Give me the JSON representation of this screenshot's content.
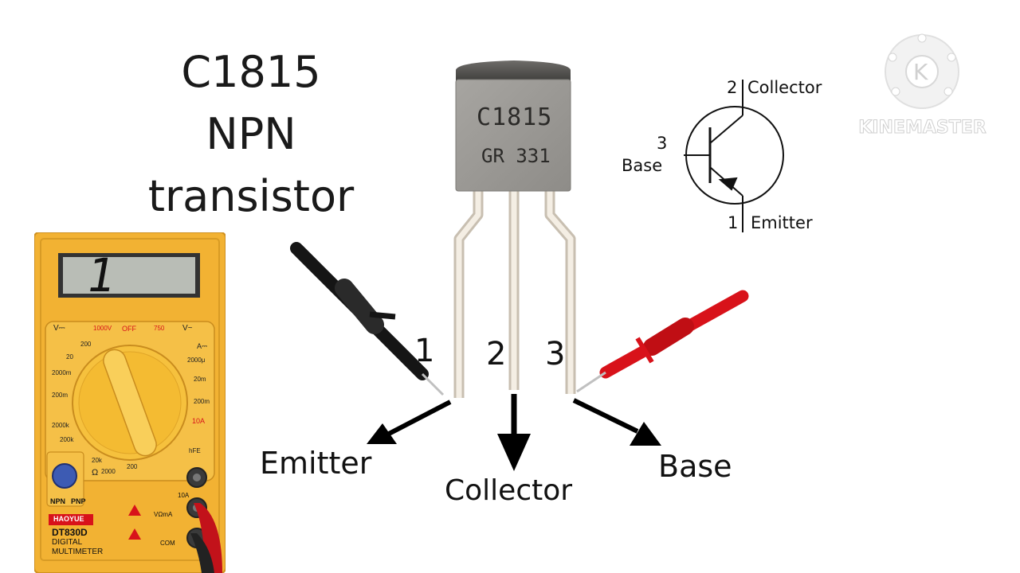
{
  "title": {
    "line1": "C1815",
    "line2": "NPN",
    "line3": "transistor"
  },
  "transistor": {
    "marking_line1": "C1815",
    "marking_line2": "GR 331",
    "pin_numbers": [
      "1",
      "2",
      "3"
    ]
  },
  "leads": {
    "emitter": "Emitter",
    "collector": "Collector",
    "base": "Base"
  },
  "symbol": {
    "collector_pin": "2",
    "collector_label": "Collector",
    "base_pin": "3",
    "base_label": "Base",
    "emitter_pin": "1",
    "emitter_label": "Emitter"
  },
  "watermark": {
    "logo_letter": "K",
    "text": "KINEMASTER"
  },
  "multimeter": {
    "display": "1",
    "brand": "HAOYUE",
    "model": "DT830D",
    "label_line1": "DIGITAL",
    "label_line2": "MULTIMETER",
    "socket_npn": "NPN",
    "socket_pnp": "PNP",
    "range_labels": [
      "V⎓",
      "1000V",
      "OFF",
      "750",
      "V~",
      "200",
      "20",
      "2000m",
      "200m",
      "2000k",
      "200k",
      "20k",
      "2000",
      "200",
      "Ω",
      "A⎓",
      "2000μ",
      "20m",
      "200m",
      "10A",
      "hFE"
    ],
    "jack_10a": "10A",
    "jack_vma": "VΩmA",
    "jack_com": "COM"
  },
  "colors": {
    "multimeter_body": "#f2b233",
    "probe_black": "#151515",
    "probe_red": "#d8121a",
    "transistor_body": "#9e9c98"
  }
}
